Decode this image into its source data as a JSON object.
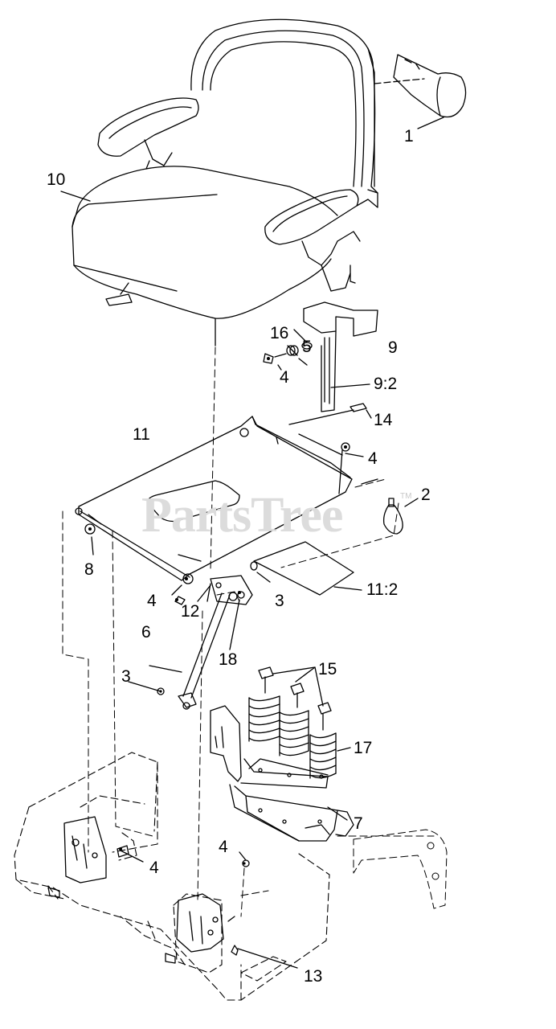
{
  "watermark": {
    "text": "PartsTree",
    "tm": "TM"
  },
  "callouts": [
    {
      "key": "c1",
      "text": "1"
    },
    {
      "key": "c10",
      "text": "10"
    },
    {
      "key": "c16",
      "text": "16"
    },
    {
      "key": "c5",
      "text": "5"
    },
    {
      "key": "c4a",
      "text": "4"
    },
    {
      "key": "c9",
      "text": "9"
    },
    {
      "key": "c9_2",
      "text": "9:2"
    },
    {
      "key": "c14",
      "text": "14"
    },
    {
      "key": "c11",
      "text": "11"
    },
    {
      "key": "c4b",
      "text": "4"
    },
    {
      "key": "c2",
      "text": "2"
    },
    {
      "key": "c8",
      "text": "8"
    },
    {
      "key": "c4c",
      "text": "4"
    },
    {
      "key": "c3a",
      "text": "3"
    },
    {
      "key": "c11_2",
      "text": "11:2"
    },
    {
      "key": "c12",
      "text": "12"
    },
    {
      "key": "c6",
      "text": "6"
    },
    {
      "key": "c18",
      "text": "18"
    },
    {
      "key": "c15",
      "text": "15"
    },
    {
      "key": "c3b",
      "text": "3"
    },
    {
      "key": "c17",
      "text": "17"
    },
    {
      "key": "c7",
      "text": "7"
    },
    {
      "key": "c4d",
      "text": "4"
    },
    {
      "key": "c4e",
      "text": "4"
    },
    {
      "key": "c13",
      "text": "13"
    }
  ]
}
